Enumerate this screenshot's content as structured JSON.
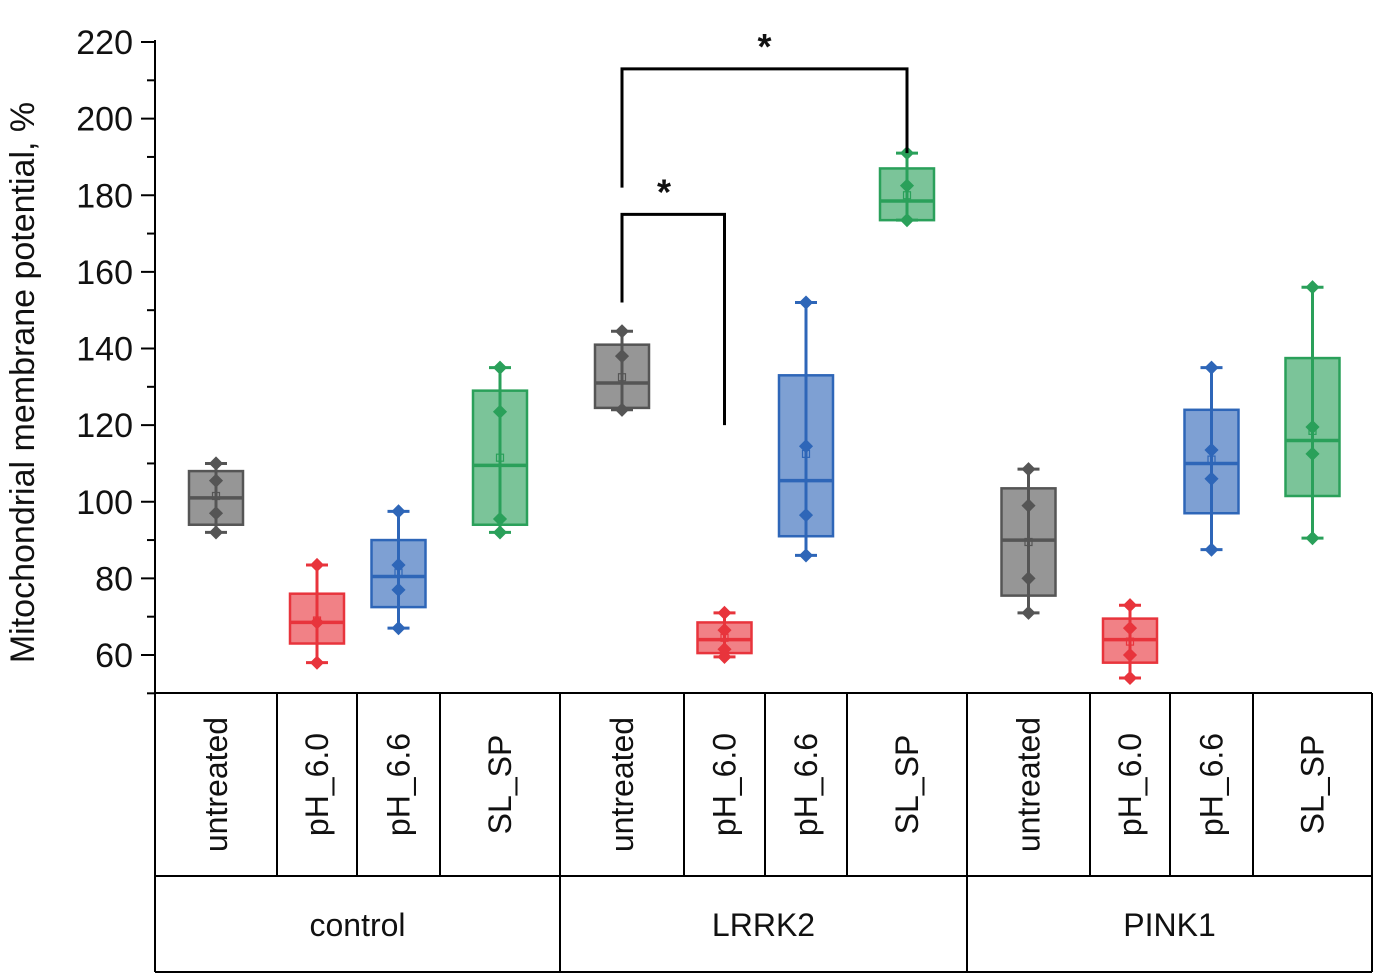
{
  "colors": {
    "untreated": "#555555",
    "pH_6.0": "#e8343c",
    "pH_6.6": "#2e66b8",
    "SL_SP": "#2aa05a",
    "axis": "#000000"
  },
  "chart_data": {
    "type": "box",
    "title": "",
    "ylabel": "Mitochondrial membrane potential, %",
    "xlabel": "",
    "ylim": [
      50,
      222
    ],
    "yticks": [
      60,
      80,
      100,
      120,
      140,
      160,
      180,
      200,
      220
    ],
    "ytick_labels": [
      "60",
      "80",
      "100",
      "120",
      "140",
      "160",
      "180",
      "200",
      "220"
    ],
    "grid": false,
    "legend": "none",
    "groups": [
      {
        "label": "control",
        "boxes": [
          {
            "category": "untreated",
            "series": "untreated",
            "whisker_low": 92,
            "q1": 94,
            "median": 101,
            "q3": 108,
            "whisker_high": 110,
            "mean": 101.5,
            "points": [
              110,
              105.5,
              97,
              92
            ]
          },
          {
            "category": "pH_6.0",
            "series": "pH_6.0",
            "whisker_low": 58,
            "q1": 63,
            "median": 68.5,
            "q3": 76,
            "whisker_high": 83.5,
            "mean": 69,
            "points": [
              83.5,
              68.5,
              58
            ]
          },
          {
            "category": "pH_6.6",
            "series": "pH_6.6",
            "whisker_low": 67,
            "q1": 72.5,
            "median": 80.5,
            "q3": 90,
            "whisker_high": 97.5,
            "mean": 81.5,
            "points": [
              97.5,
              83.5,
              77,
              67
            ]
          },
          {
            "category": "SL_SP",
            "series": "SL_SP",
            "whisker_low": 92,
            "q1": 94,
            "median": 109.5,
            "q3": 129,
            "whisker_high": 135,
            "mean": 111.5,
            "points": [
              135,
              123.5,
              95.5,
              92
            ]
          }
        ]
      },
      {
        "label": "LRRK2",
        "boxes": [
          {
            "category": "untreated",
            "series": "untreated",
            "whisker_low": 124,
            "q1": 124.5,
            "median": 131,
            "q3": 141,
            "whisker_high": 144.5,
            "mean": 132.5,
            "points": [
              144.5,
              138,
              124
            ]
          },
          {
            "category": "pH_6.0",
            "series": "pH_6.0",
            "whisker_low": 59.5,
            "q1": 60.5,
            "median": 64,
            "q3": 68.5,
            "whisker_high": 71,
            "mean": 64.5,
            "points": [
              71,
              66.5,
              61.5,
              59.5
            ]
          },
          {
            "category": "pH_6.6",
            "series": "pH_6.6",
            "whisker_low": 86,
            "q1": 91,
            "median": 105.5,
            "q3": 133,
            "whisker_high": 152,
            "mean": 112.5,
            "points": [
              152,
              114.5,
              96.5,
              86
            ]
          },
          {
            "category": "SL_SP",
            "series": "SL_SP",
            "whisker_low": 173.5,
            "q1": 173.5,
            "median": 178.5,
            "q3": 187,
            "whisker_high": 191,
            "mean": 180,
            "points": [
              191,
              182.5,
              173.5
            ]
          }
        ]
      },
      {
        "label": "PINK1",
        "boxes": [
          {
            "category": "untreated",
            "series": "untreated",
            "whisker_low": 71,
            "q1": 75.5,
            "median": 90,
            "q3": 103.5,
            "whisker_high": 108.5,
            "mean": 89.5,
            "points": [
              108.5,
              99,
              80,
              71
            ]
          },
          {
            "category": "pH_6.0",
            "series": "pH_6.0",
            "whisker_low": 54,
            "q1": 58,
            "median": 64,
            "q3": 69.5,
            "whisker_high": 73,
            "mean": 63.5,
            "points": [
              73,
              67,
              60,
              54
            ]
          },
          {
            "category": "pH_6.6",
            "series": "pH_6.6",
            "whisker_low": 87.5,
            "q1": 97,
            "median": 110,
            "q3": 124,
            "whisker_high": 135,
            "mean": 111,
            "points": [
              135,
              113.5,
              106,
              87.5
            ]
          },
          {
            "category": "SL_SP",
            "series": "SL_SP",
            "whisker_low": 90.5,
            "q1": 101.5,
            "median": 116,
            "q3": 137.5,
            "whisker_high": 156,
            "mean": 118.5,
            "points": [
              156,
              119.5,
              112.5,
              90.5
            ]
          }
        ]
      }
    ],
    "annotations": [
      {
        "label": "*",
        "from_group": 1,
        "from_box": 0,
        "to_group": 1,
        "to_box": 3,
        "y_bracket": 213,
        "from_end": 182,
        "to_end": 191
      },
      {
        "label": "*",
        "from_group": 1,
        "from_box": 0,
        "to_group": 1,
        "to_box": 1,
        "y_bracket": 175,
        "from_end": 152,
        "to_end": 120
      }
    ]
  }
}
